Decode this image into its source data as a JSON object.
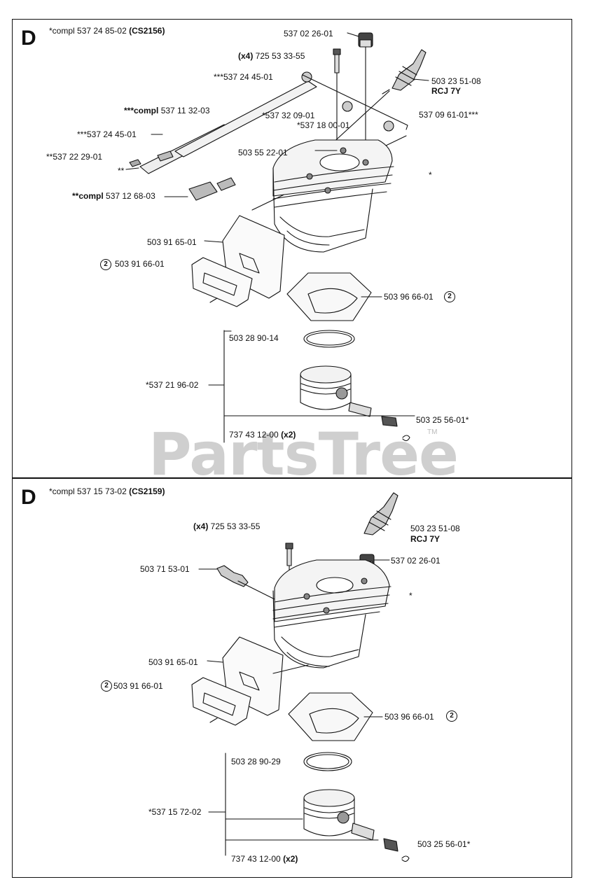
{
  "watermark": {
    "text": "PartsTree",
    "tm": "TM"
  },
  "section1": {
    "letter": "D",
    "header_prefix": "*compl 537 24 85-02 ",
    "header_model": "(CS2156)",
    "labels": {
      "cap": "537 02 26-01",
      "screws_qty": "(x4)",
      "screws": " 725 53 33-55",
      "spark_plug": "503 23 51-08",
      "spark_plug_type": "RCJ 7Y",
      "p_537244501_a": "***537 24 45-01",
      "compl_537113203_prefix": "***compl",
      "compl_537113203": " 537 11 32-03",
      "p_537320901": "*537 32 09-01",
      "p_537180001": "*537 18 00-01",
      "p_537096101": "537 09 61-01***",
      "p_537244501_b": "***537 24 45-01",
      "p_537222901": "**537 22 29-01",
      "p_star2": "**",
      "p_503552201": "503 55 22-01",
      "compl_537126803_prefix": "**compl",
      "compl_537126803": " 537 12 68-03",
      "p_503916501": "503 91 65-01",
      "circle_2_a": "2",
      "p_503916601": "503 91 66-01",
      "p_503966601": "503 96 66-01",
      "circle_2_b": "2",
      "p_503289014": "503 28 90-14",
      "p_537219602": "*537 21 96-02",
      "p_503255601": "503 25 56-01*",
      "p_737431200": "737 43 12-00 ",
      "p_737431200_qty": "(x2)",
      "asterisk": "*"
    }
  },
  "section2": {
    "letter": "D",
    "header_prefix": "*compl 537 15 73-02 ",
    "header_model": "(CS2159)",
    "labels": {
      "spark_plug": "503 23 51-08",
      "spark_plug_type": "RCJ 7Y",
      "screws_qty": "(x4)",
      "screws": " 725 53 33-55",
      "cap": "537 02 26-01",
      "valve": "503 71 53-01",
      "p_503916501": "503 91 65-01",
      "circle_2_a": "2",
      "p_503916601": "503 91 66-01",
      "p_503966601": "503 96 66-01",
      "circle_2_b": "2",
      "p_503289029": "503 28 90-29",
      "p_537157202": "*537 15 72-02",
      "p_503255601": "503 25 56-01*",
      "p_737431200": "737 43 12-00 ",
      "p_737431200_qty": "(x2)",
      "asterisk": "*"
    }
  }
}
